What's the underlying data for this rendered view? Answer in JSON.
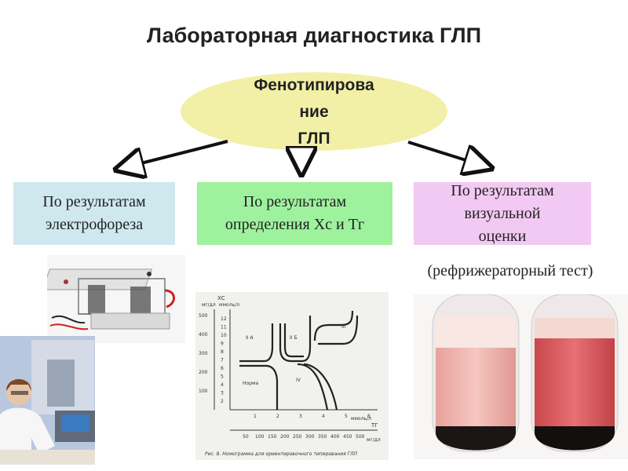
{
  "title": "Лабораторная диагностика ГЛП",
  "center": {
    "line1": "Фенотипирова",
    "line2": "ние",
    "line3": "ГЛП"
  },
  "boxes": [
    {
      "line1": "По результатам",
      "line2": "электрофореза",
      "color": "#cfe8ee"
    },
    {
      "line1": "По результатам",
      "line2": "определения Хс и Тг",
      "color": "#9ef29e"
    },
    {
      "line1": "По результатам",
      "line2": "визуальной",
      "line3": "оценки",
      "color": "#f2c9f2"
    }
  ],
  "note": "(рефрижераторный тест)",
  "nomogram": {
    "y_label_1": "ХС",
    "y_label_2": "мг/дл",
    "y_label_3": "ммоль/л",
    "y_ticks_mg": [
      "500",
      "400",
      "300",
      "200",
      "100"
    ],
    "y_ticks_mmol": [
      "12",
      "11",
      "10",
      "9",
      "8",
      "7",
      "6",
      "5",
      "4",
      "3",
      "2"
    ],
    "x_ticks_mmol": [
      "1",
      "2",
      "3",
      "4",
      "5",
      "6"
    ],
    "x_label_mmol": "ммоль/л",
    "x_ticks_mg": [
      "50",
      "100",
      "150",
      "200",
      "250",
      "300",
      "350",
      "400",
      "450",
      "500"
    ],
    "x_label_tg": "ТГ",
    "x_label_mg": "мг/дл",
    "zones": [
      "II A",
      "II Б",
      "III",
      "Норма",
      "IV"
    ],
    "caption": "Рис. 8. Номограмма для ориентировочного типирования ГЛП"
  }
}
